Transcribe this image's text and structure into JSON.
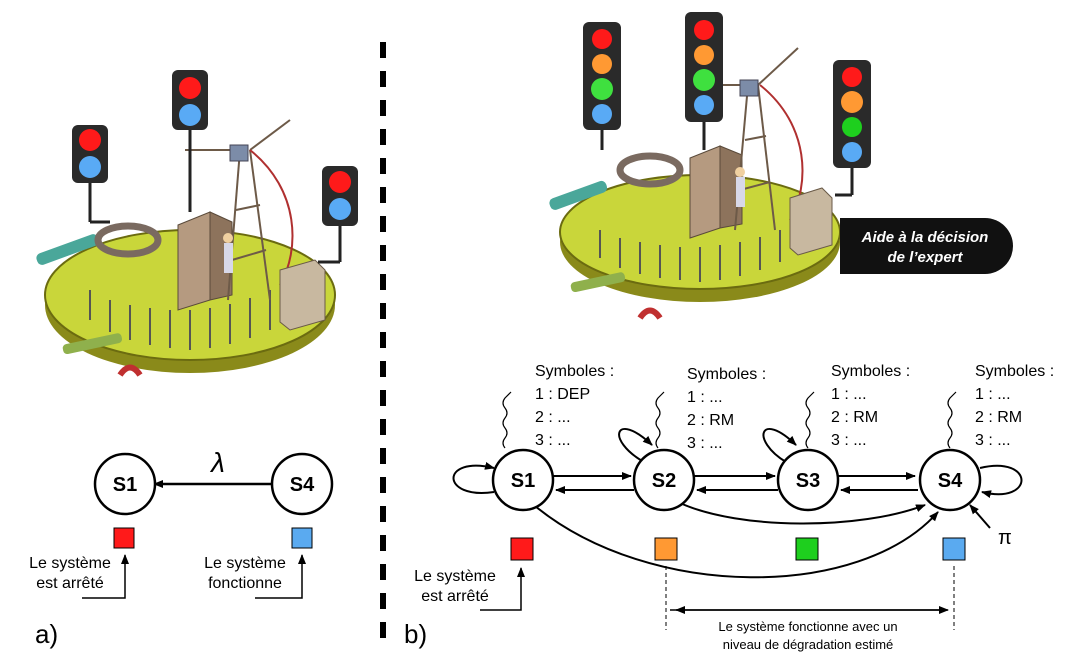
{
  "panel_a": {
    "label": "a)",
    "lambda": "λ",
    "states": [
      {
        "id": "s1",
        "label": "S1",
        "color": "#ff1a1a"
      },
      {
        "id": "s4",
        "label": "S4",
        "color": "#5aaaf0"
      }
    ],
    "notes": {
      "stopped_line1": "Le système",
      "stopped_line2": "est arrêté",
      "running_line1": "Le système",
      "running_line2": "fonctionne"
    }
  },
  "panel_b": {
    "label": "b)",
    "badge_line1": "Aide à la décision",
    "badge_line2": "de l’expert",
    "pi": "π",
    "states": [
      {
        "id": "s1",
        "label": "S1",
        "color": "#ff1a1a"
      },
      {
        "id": "s2",
        "label": "S2",
        "color": "#ff9933"
      },
      {
        "id": "s3",
        "label": "S3",
        "color": "#1ecf1e"
      },
      {
        "id": "s4",
        "label": "S4",
        "color": "#5aaaf0"
      }
    ],
    "symbols": [
      {
        "title": "Symboles :",
        "l1": "1 : DEP",
        "l2": "2 : ...",
        "l3": "3 : ..."
      },
      {
        "title": "Symboles :",
        "l1": "1 : ...",
        "l2": "2 : RM",
        "l3": "3 : ..."
      },
      {
        "title": "Symboles :",
        "l1": "1 : ...",
        "l2": "2 : RM",
        "l3": "3 : ..."
      },
      {
        "title": "Symboles :",
        "l1": "1 : ...",
        "l2": "2 : RM",
        "l3": "3 : ..."
      }
    ],
    "notes": {
      "stopped_line1": "Le système",
      "stopped_line2": "est arrêté",
      "degraded_line1": "Le système fonctionne avec un",
      "degraded_line2": "niveau de dégradation estimé"
    }
  },
  "colors": {
    "light_red": "#ff1a1a",
    "light_orange": "#ff8c1a",
    "light_green": "#3fe03f",
    "light_blue": "#59aaf5",
    "light_off": "#6d6d6d",
    "platform": "#c9d63a",
    "badge_bg": "#111111"
  }
}
